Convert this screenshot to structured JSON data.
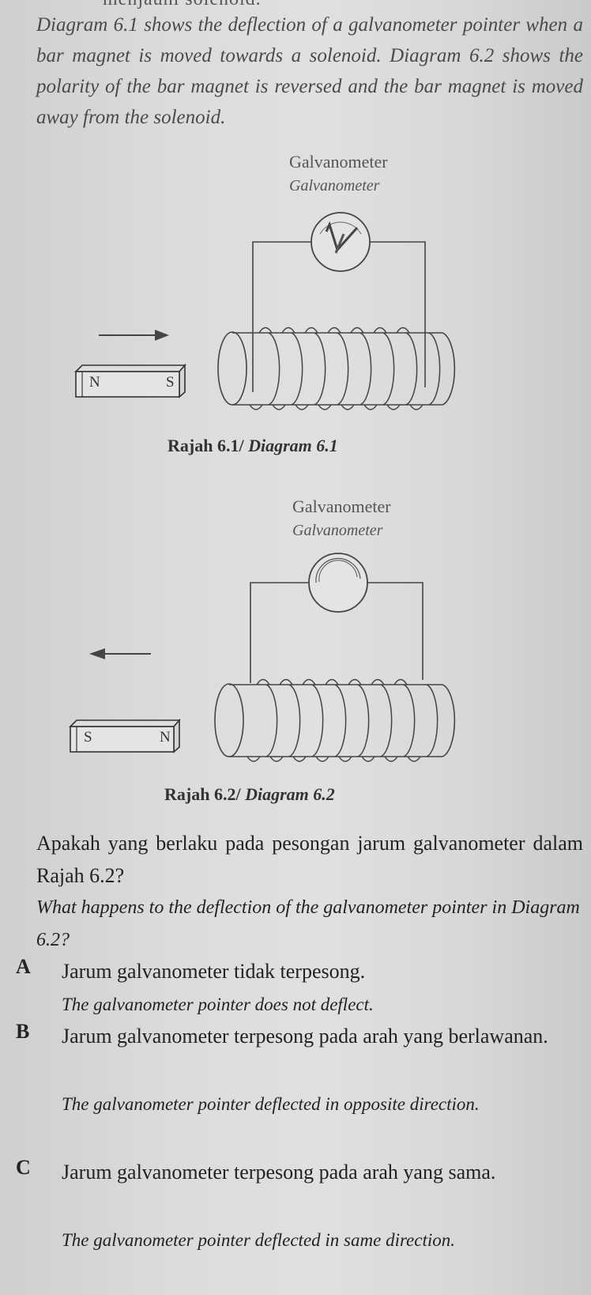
{
  "intro": {
    "cutoff_text": "menjauhi solenoid.",
    "text": "Diagram 6.1 shows the deflection of a galvanometer pointer when a bar magnet is moved towards a solenoid. Diagram 6.2 shows the polarity of the bar magnet is reversed and the bar magnet is moved away from the solenoid."
  },
  "diagrams": [
    {
      "label_malay": "Galvanometer",
      "label_english": "Galvanometer",
      "magnet_left_pole": "N",
      "magnet_right_pole": "S",
      "arrow_direction": "right",
      "pointer_state": "deflected",
      "caption_malay": "Rajah 6.1/",
      "caption_english": "Diagram 6.1"
    },
    {
      "label_malay": "Galvanometer",
      "label_english": "Galvanometer",
      "magnet_left_pole": "S",
      "magnet_right_pole": "N",
      "arrow_direction": "left",
      "pointer_state": "unknown",
      "caption_malay": "Rajah 6.2/",
      "caption_english": "Diagram 6.2"
    }
  ],
  "question": {
    "malay": "Apakah yang berlaku pada pesongan jarum galvanometer dalam Rajah 6.2?",
    "english": "What happens to the deflection of the galvanometer pointer in Diagram 6.2?"
  },
  "options": [
    {
      "letter": "A",
      "malay": "Jarum galvanometer tidak terpesong.",
      "english": "The galvanometer pointer does not deflect."
    },
    {
      "letter": "B",
      "malay": "Jarum galvanometer terpesong pada arah yang berlawanan.",
      "english": "The galvanometer pointer deflected in opposite direction."
    },
    {
      "letter": "C",
      "malay": "Jarum galvanometer terpesong pada arah yang sama.",
      "english": "The galvanometer pointer deflected in same direction."
    }
  ]
}
